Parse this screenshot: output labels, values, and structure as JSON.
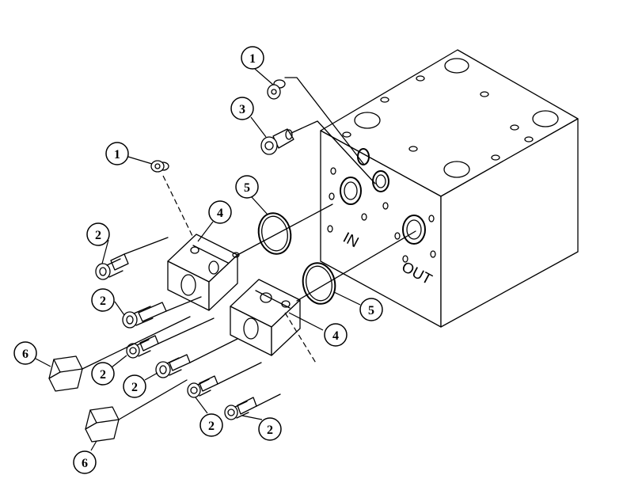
{
  "callouts": [
    {
      "label": "1"
    },
    {
      "label": "3"
    },
    {
      "label": "1"
    },
    {
      "label": "5"
    },
    {
      "label": "4"
    },
    {
      "label": "2"
    },
    {
      "label": "2"
    },
    {
      "label": "6"
    },
    {
      "label": "2"
    },
    {
      "label": "2"
    },
    {
      "label": "4"
    },
    {
      "label": "5"
    },
    {
      "label": "2"
    },
    {
      "label": "2"
    },
    {
      "label": "6"
    }
  ],
  "ports": {
    "in": "IN",
    "out": "OUT"
  }
}
